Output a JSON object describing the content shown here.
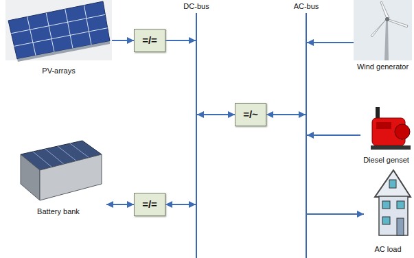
{
  "diagram": {
    "nodes": [
      {
        "text": [
          "PV-arrays"
        ]
      },
      {
        "text": [
          "=/="
        ]
      },
      {
        "text": [
          "DC-bus"
        ]
      },
      {
        "text": [
          "AC-bus"
        ]
      },
      {
        "text": [
          "Wind generator"
        ]
      },
      {
        "text": [
          "=/~"
        ]
      },
      {
        "text": [
          "Diesel genset"
        ]
      },
      {
        "text": [
          "Battery bank"
        ]
      },
      {
        "text": [
          "=/="
        ]
      },
      {
        "text": [
          "AC load"
        ]
      }
    ],
    "edges": [
      {
        "from": 0,
        "to": 1,
        "arrow": "to"
      },
      {
        "from": 1,
        "to": 2,
        "arrow": "to"
      },
      {
        "from": 2,
        "to": 5,
        "arrow": "both"
      },
      {
        "from": 5,
        "to": 3,
        "arrow": "both"
      },
      {
        "from": 4,
        "to": 3,
        "arrow": "to"
      },
      {
        "from": 6,
        "to": 3,
        "arrow": "to"
      },
      {
        "from": 3,
        "to": 9,
        "arrow": "to"
      },
      {
        "from": 7,
        "to": 8,
        "arrow": "both"
      },
      {
        "from": 8,
        "to": 2,
        "arrow": "both"
      }
    ]
  }
}
